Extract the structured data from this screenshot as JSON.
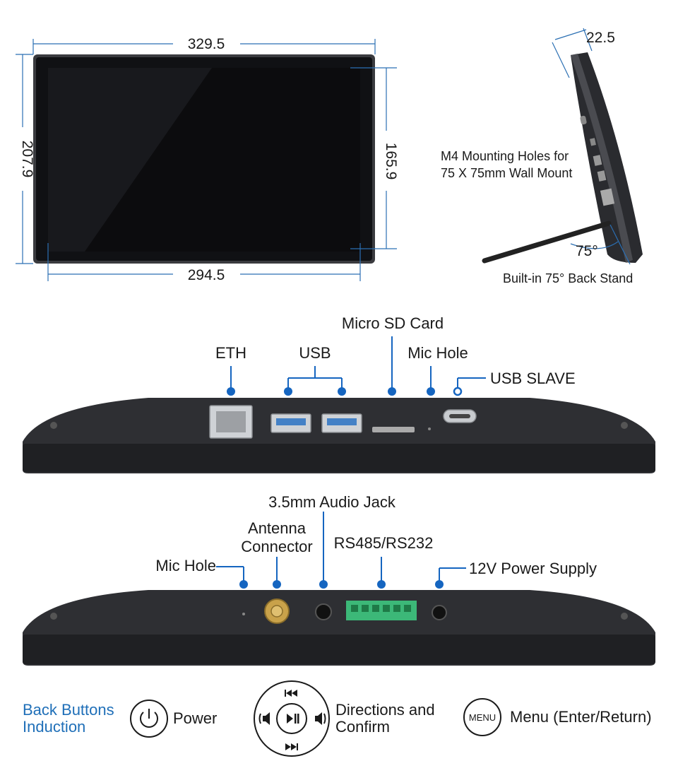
{
  "top": {
    "front_view": {
      "width_outer": "329.5",
      "width_inner": "294.5",
      "height_outer": "207.9",
      "height_inner": "165.9"
    },
    "side_view": {
      "depth": "22.5",
      "mount_line1": "M4 Mounting Holes for",
      "mount_line2": "75 X 75mm Wall Mount",
      "angle": "75°",
      "stand": "Built-in 75° Back Stand"
    }
  },
  "bottom_panel_top": {
    "eth": "ETH",
    "usb": "USB",
    "micro_sd": "Micro SD Card",
    "mic_hole": "Mic Hole",
    "usb_slave": "USB SLAVE"
  },
  "bottom_panel_bottom": {
    "audio_jack": "3.5mm Audio Jack",
    "antenna_line1": "Antenna",
    "antenna_line2": "Connector",
    "rs485": "RS485/RS232",
    "mic_hole": "Mic Hole",
    "power_supply": "12V Power Supply"
  },
  "legend": {
    "title_line1": "Back Buttons",
    "title_line2": "Induction",
    "power": "Power",
    "directions_line1": "Directions and",
    "directions_line2": "Confirm",
    "menu_icon_text": "MENU",
    "menu": "Menu (Enter/Return)"
  },
  "colors": {
    "accent_blue": "#1565c0",
    "chassis": "#2e2f33",
    "terminal_green": "#3cb878"
  }
}
